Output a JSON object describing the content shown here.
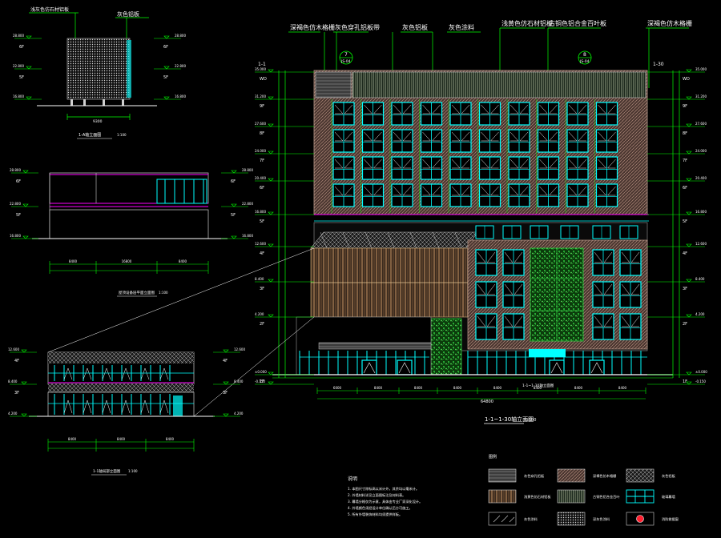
{
  "main_elevation": {
    "top_labels": [
      "深褐色仿木格栅",
      "灰色穿孔铝板带",
      "灰色铝板",
      "灰色涂料",
      "浅黄色仿石材铝板",
      "古铜色铝合金百叶板",
      "深褐色仿木格栅"
    ],
    "axis_left": "1-1",
    "axis_right": "1-30",
    "bubble_left": "7",
    "bubble_left_sub": "JS-04",
    "bubble_right": "8",
    "bubble_right_sub": "JS-04",
    "levels": [
      {
        "name": "WD",
        "elev": "35.000"
      },
      {
        "name": "9F",
        "elev": "31.200"
      },
      {
        "name": "8F",
        "elev": "27.600"
      },
      {
        "name": "7F",
        "elev": "24.000"
      },
      {
        "name": "6F",
        "elev": "20.400"
      },
      {
        "name": "5F",
        "elev": "16.800"
      },
      {
        "name": "4F",
        "elev": "12.600"
      },
      {
        "name": "3F",
        "elev": "8.400"
      },
      {
        "name": "2F",
        "elev": "4.200"
      },
      {
        "name": "1F",
        "elev": "±0.000"
      },
      {
        "name": "",
        "elev": "-0.150"
      }
    ],
    "bottom_note": "1-1~1-30轴立面图",
    "scale": "1:100",
    "dim_total": "64800",
    "dims": [
      "6000",
      "8400",
      "8400",
      "8400",
      "8400",
      "8400",
      "8400",
      "8400"
    ]
  },
  "small_elevation_1": {
    "labels": [
      "浅灰色仿石材铝板",
      "灰色铝板"
    ],
    "levels": [
      {
        "name": "6F",
        "elev": "28.800"
      },
      {
        "name": "5F",
        "elev": "22.800"
      },
      {
        "name": "",
        "elev": "16.800"
      }
    ],
    "dim": "9300",
    "caption": "1-A轴立面图",
    "scale": "1:100"
  },
  "small_elevation_2": {
    "levels": [
      {
        "name": "6F",
        "elev": "28.800"
      },
      {
        "name": "5F",
        "elev": "22.800"
      },
      {
        "name": "",
        "elev": "16.800"
      }
    ],
    "dims": [
      "8400",
      "16800",
      "8400"
    ],
    "caption": "屋顶设备层平面立面图",
    "scale": "1:100"
  },
  "small_elevation_3": {
    "levels": [
      {
        "name": "4F",
        "elev": "12.600"
      },
      {
        "name": "3F",
        "elev": "8.400"
      },
      {
        "name": "",
        "elev": "4.200"
      }
    ],
    "dims": [
      "8400",
      "8400",
      "8400"
    ],
    "caption": "1-1轴局部立面图",
    "scale": "1:100"
  },
  "notes": {
    "heading": "说明",
    "items": [
      "1. 本图尺寸除标高以米计外，其余均以毫米计。",
      "2. 外墙材料详见立面图标注及材料表。",
      "3. 幕墙分格仅为示意，具体由专业厂家深化设计。",
      "4. 外墙颜色须经设计单位确认后方可施工。",
      "5. 所有外墙装饰材料均须提供样板。"
    ]
  },
  "legend": [
    {
      "label": "灰色穿孔铝板",
      "label2": "深褐色仿木格栅",
      "label3": "灰色铝板"
    },
    {
      "label": "浅黄色仿石材铝板",
      "label2": "古铜色铝合金百叶",
      "label3": "玻璃幕墙"
    },
    {
      "label": "灰色涂料",
      "label2": "深灰色涂料",
      "label3": "消防救援窗"
    }
  ],
  "colors": {
    "background": "#000000",
    "glazing": "#00ffff",
    "dimension": "#00ff00",
    "text": "#ffffff",
    "accent": "#ff00ff",
    "stone": "#a08070"
  }
}
